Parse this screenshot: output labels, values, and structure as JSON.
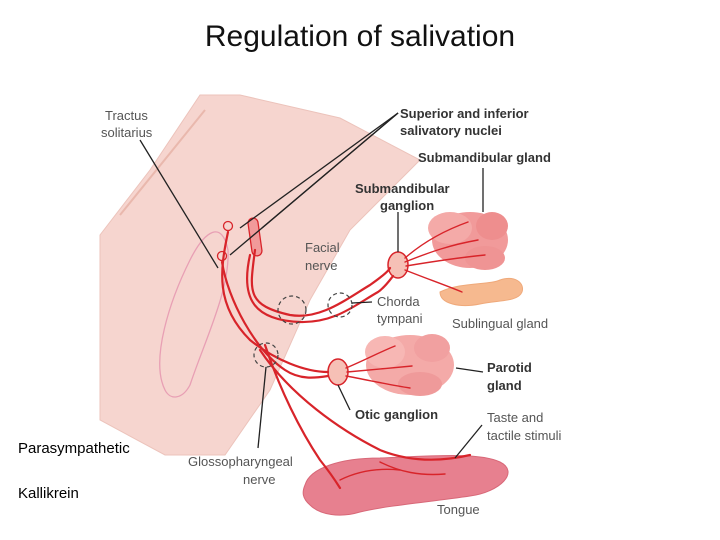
{
  "title": "Regulation of salivation",
  "notes": {
    "parasympathetic": "Parasympathetic",
    "kallikrein": "Kallikrein"
  },
  "labels": {
    "tractus_line1": "Tractus",
    "tractus_line2": "solitarius",
    "nuclei_line1": "Superior and inferior",
    "nuclei_line2": "salivatory nuclei",
    "submandibular_gland": "Submandibular gland",
    "subm_ganglion_line1": "Submandibular",
    "subm_ganglion_line2": "ganglion",
    "facial_line1": "Facial",
    "facial_line2": "nerve",
    "chorda_line1": "Chorda",
    "chorda_line2": "tympani",
    "sublingual_gland": "Sublingual gland",
    "parotid_line1": "Parotid",
    "parotid_line2": "gland",
    "otic_ganglion": "Otic ganglion",
    "taste_line1": "Taste and",
    "taste_line2": "tactile stimuli",
    "glosso_line1": "Glossopharyngeal",
    "glosso_line2": "nerve",
    "tongue": "Tongue"
  },
  "colors": {
    "nerve": "#d8242a",
    "brainstem": "#f6d5cf",
    "gland": "#f19a9a",
    "sublingual": "#f6b98f",
    "tongue": "#e7808f"
  }
}
